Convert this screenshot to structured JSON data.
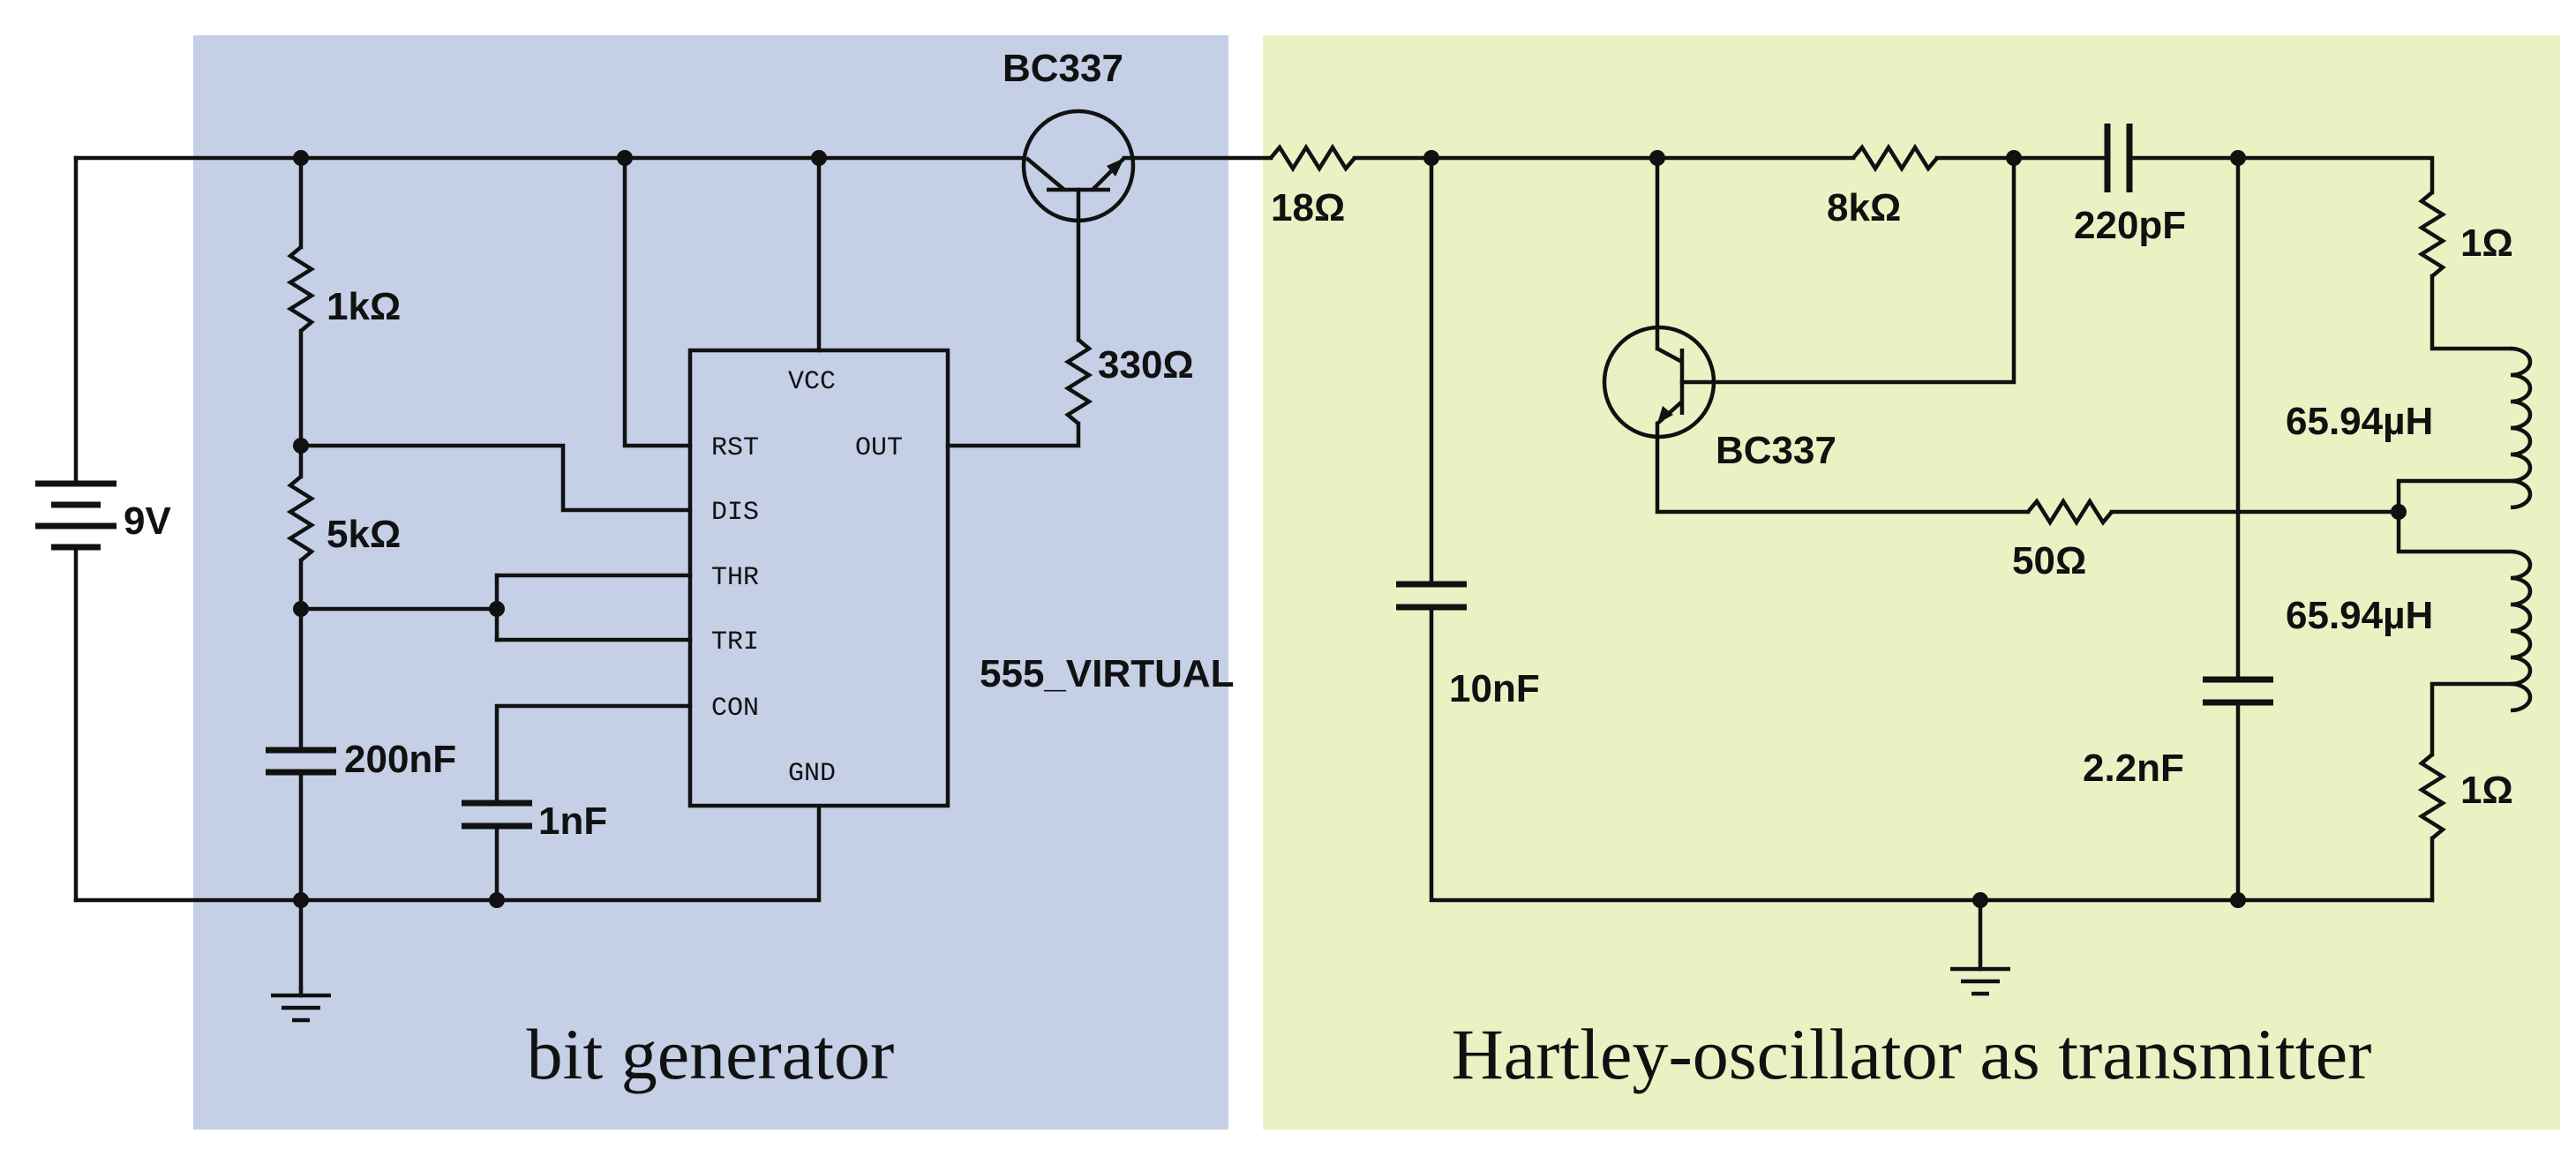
{
  "colors": {
    "bit_generator_panel": "#c5d0e6",
    "transmitter_panel": "#eaf2c4",
    "wire": "#111111"
  },
  "sections": {
    "bit_generator": "bit generator",
    "transmitter": "Hartley-oscillator as transmitter"
  },
  "ic": {
    "name": "555_VIRTUAL",
    "pins": {
      "vcc": "VCC",
      "rst": "RST",
      "out": "OUT",
      "dis": "DIS",
      "thr": "THR",
      "tri": "TRI",
      "con": "CON",
      "gnd": "GND"
    }
  },
  "components": {
    "battery": "9V",
    "r_1k": "1kΩ",
    "r_5k": "5kΩ",
    "c_200n": "200nF",
    "c_1n": "1nF",
    "q1": "BC337",
    "r_330": "330Ω",
    "r_18": "18Ω",
    "c_10n": "10nF",
    "q2": "BC337",
    "r_8k": "8kΩ",
    "c_220p": "220pF",
    "r_50": "50Ω",
    "c_2n2": "2.2nF",
    "r_1_top": "1Ω",
    "l_top": "65.94µH",
    "l_bottom": "65.94µH",
    "r_1_bottom": "1Ω"
  },
  "icons": [
    "ground-icon",
    "battery-icon",
    "npn-transistor-icon",
    "resistor-icon",
    "capacitor-icon",
    "inductor-icon"
  ]
}
